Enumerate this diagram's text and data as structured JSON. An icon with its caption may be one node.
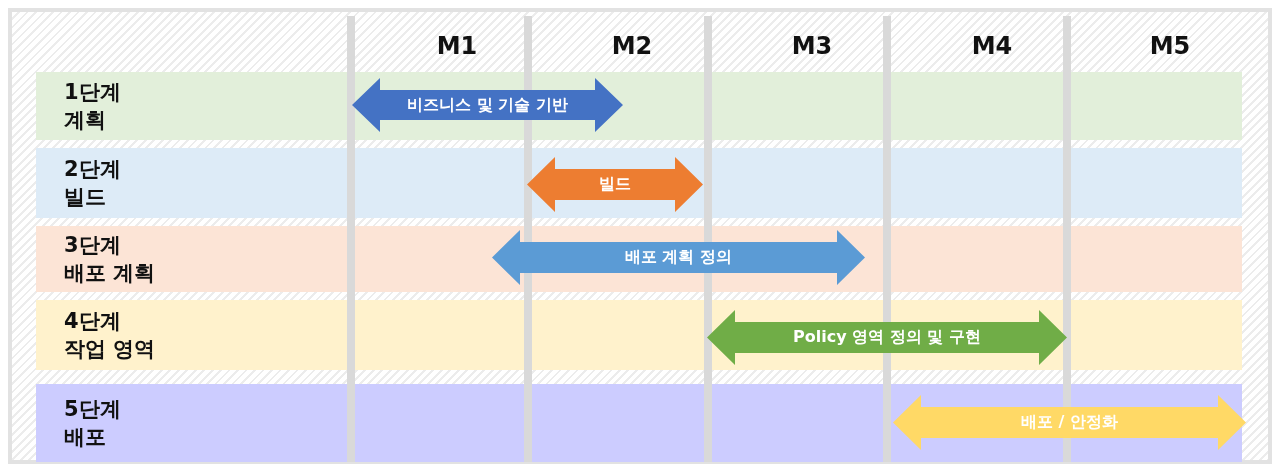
{
  "diagram": {
    "nodes": [
      {
        "text": [
          "1단계 계획"
        ]
      },
      {
        "text": [
          "비즈니스 및 기술 기반"
        ],
        "in": 0
      },
      {
        "text": [
          "2단계 빌드"
        ]
      },
      {
        "text": [
          "빌드"
        ],
        "in": 2
      },
      {
        "text": [
          "3단계 배포 계획"
        ]
      },
      {
        "text": [
          "배포 계획 정의"
        ],
        "in": 4
      },
      {
        "text": [
          "4단계 작업 영역"
        ]
      },
      {
        "text": [
          "Policy 영역 정의 및 구현"
        ],
        "in": 6
      },
      {
        "text": [
          "5단계 배포"
        ]
      },
      {
        "text": [
          "배포 / 안정화"
        ],
        "in": 8
      }
    ],
    "edges": [],
    "labels": [
      "M1",
      "M2",
      "M3",
      "M4",
      "M5"
    ]
  }
}
